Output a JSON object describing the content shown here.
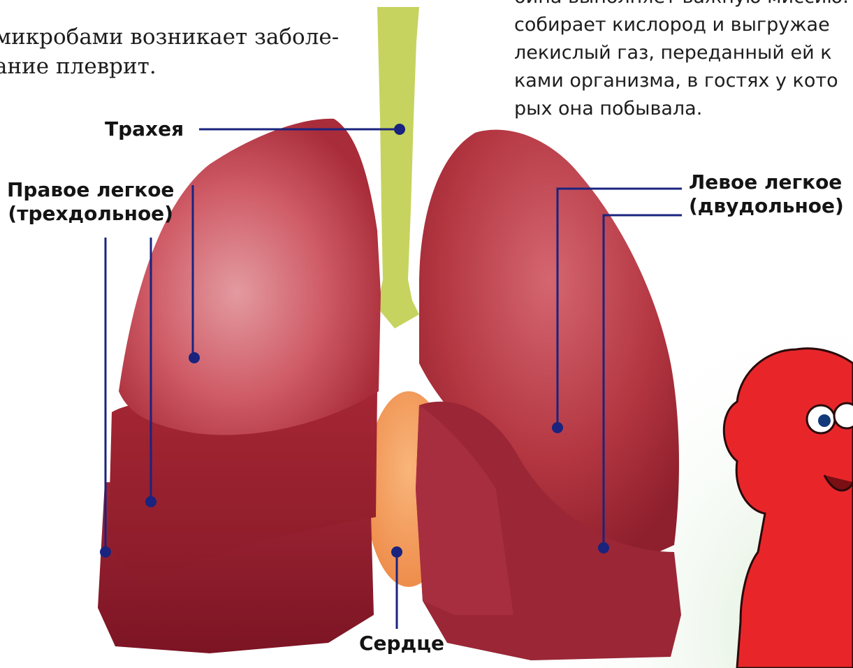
{
  "text_left": {
    "lines": [
      "микробами возникает заболе-",
      "ание плеврит."
    ]
  },
  "text_right": {
    "lines": [
      "бина выполняет важную миссию:",
      "собирает кислород и выгружае",
      "лекислый газ, переданный ей к",
      "ками организма, в гостях у кото",
      "рых она побывала."
    ]
  },
  "labels": {
    "trachea": "Трахея",
    "right_lung_line1": "Правое легкое",
    "right_lung_line2": "(трехдольное)",
    "left_lung_line1": "Левое легкое",
    "left_lung_line2": "(двудольное)",
    "heart": "Сердце"
  },
  "colors": {
    "lung": "#b3323f",
    "lung_light": "#d9717a",
    "trachea": "#c9d56a",
    "heart": "#f5a566",
    "leader_line": "#1a237e",
    "mascot": "#e8262a"
  }
}
